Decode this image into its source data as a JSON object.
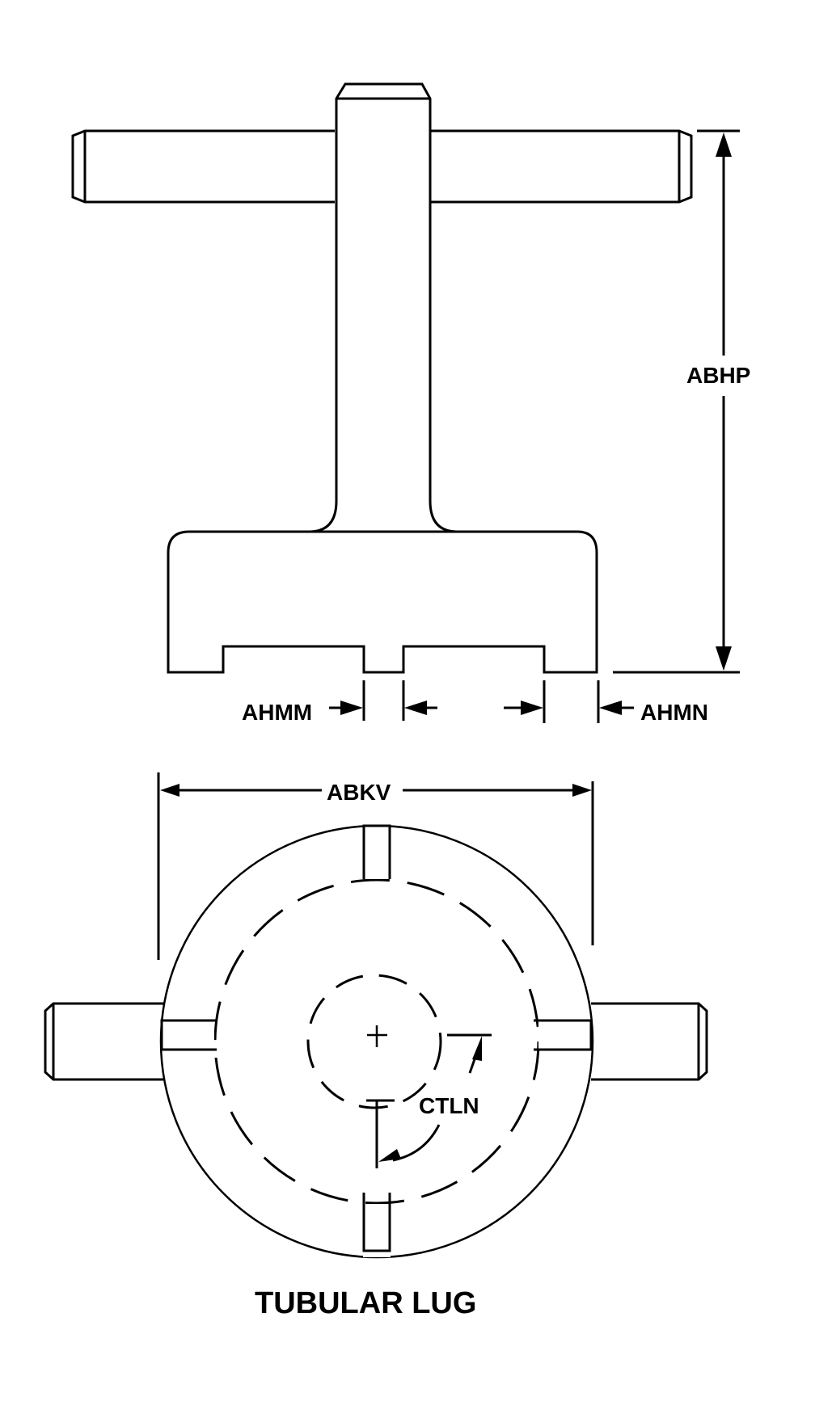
{
  "drawing": {
    "title": "TUBULAR LUG",
    "line_color": "#000000",
    "background": "#ffffff"
  },
  "side_view": {
    "dimensions": {
      "height": "ABHP",
      "slot_width": "AHMM",
      "lug_width": "AHMN"
    }
  },
  "top_view": {
    "dimensions": {
      "diameter": "ABKV",
      "angle": "CTLN"
    }
  }
}
